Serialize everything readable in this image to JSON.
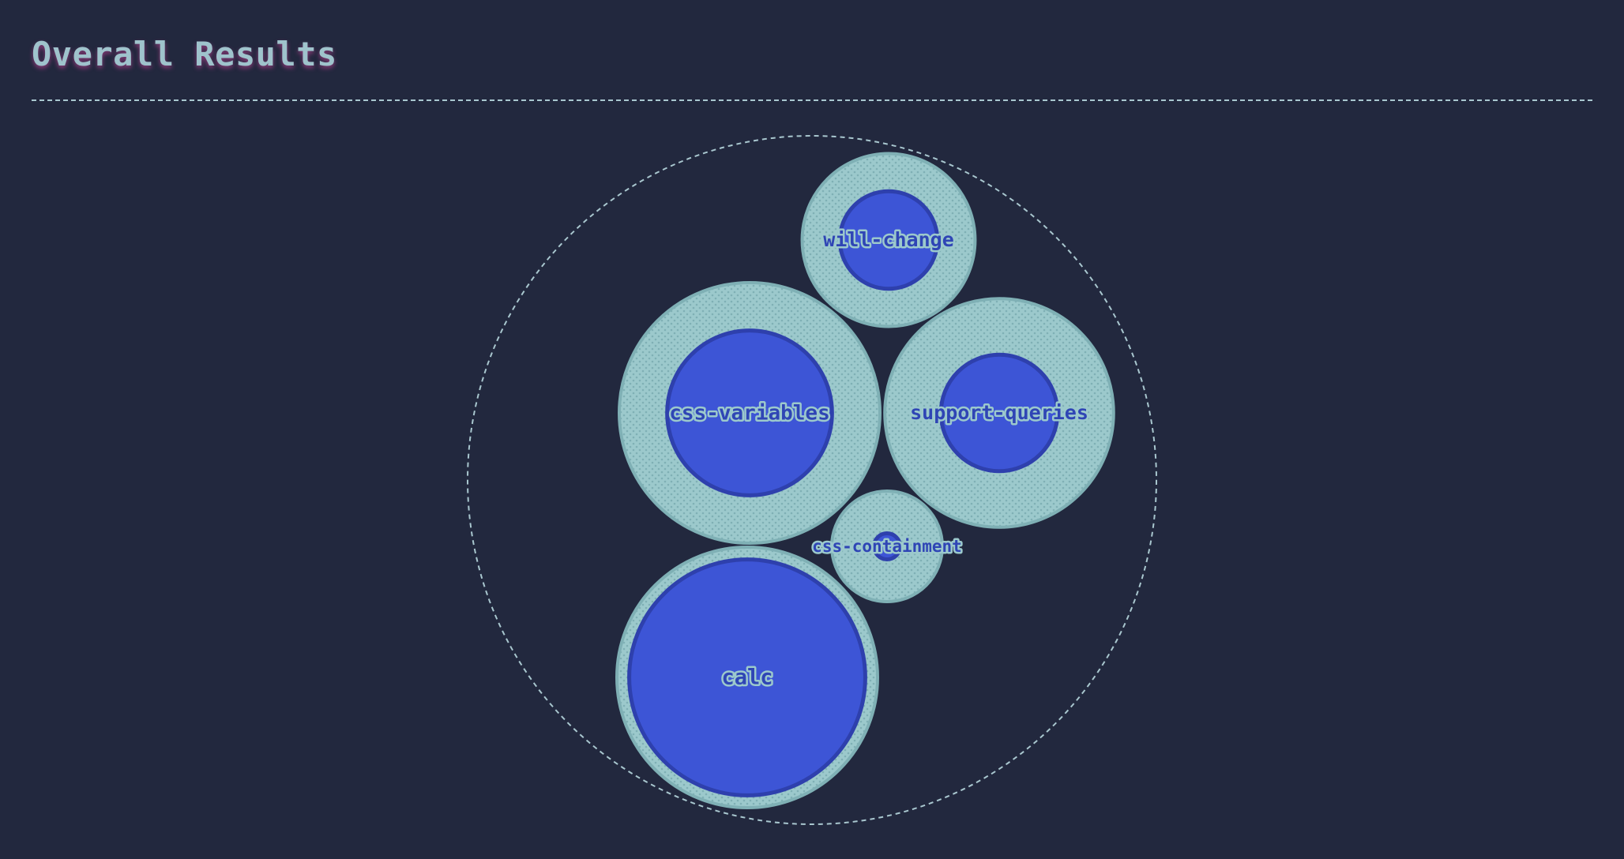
{
  "header": {
    "title": "Overall Results"
  },
  "colors": {
    "background": "#22283e",
    "outer_circle": "#9cc9cc",
    "inner_circle": "#3d55d6",
    "inner_stroke": "#2e40ad",
    "title": "#9fc3cc"
  },
  "chart_data": {
    "type": "bubble",
    "title": "",
    "series": [
      {
        "name": "calc",
        "total": 100,
        "value": 82
      },
      {
        "name": "css-variables",
        "total": 100,
        "value": 40
      },
      {
        "name": "support-queries",
        "total": 77,
        "value": 20
      },
      {
        "name": "will-change",
        "total": 44,
        "value": 14
      },
      {
        "name": "css-containment",
        "total": 18,
        "value": 1
      }
    ]
  }
}
